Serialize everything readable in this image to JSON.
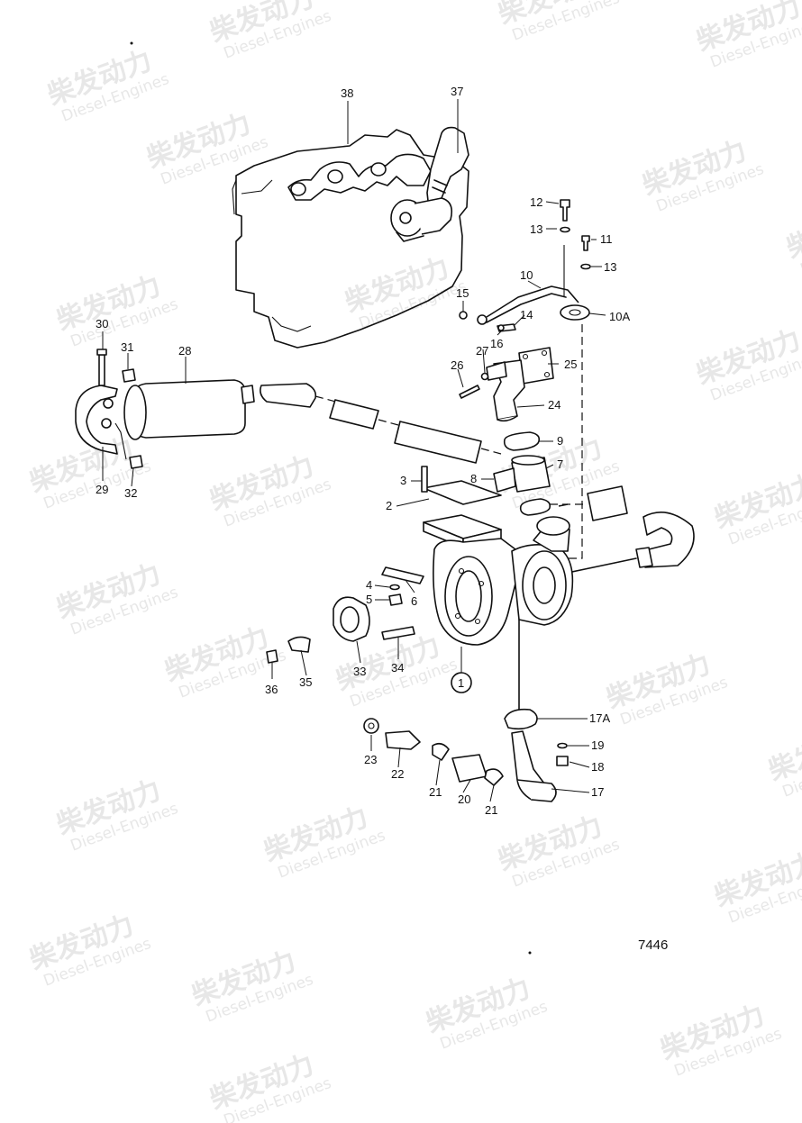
{
  "diagram": {
    "figure_number": "7446",
    "watermark": {
      "brand": "柴发动力",
      "subtitle": "Diesel-Engines"
    },
    "callouts": [
      "38",
      "37",
      "12",
      "13",
      "11",
      "13",
      "10",
      "15",
      "14",
      "16",
      "10A",
      "27",
      "26",
      "25",
      "30",
      "31",
      "28",
      "24",
      "9",
      "29",
      "32",
      "3",
      "8",
      "7",
      "2",
      "4",
      "5",
      "6",
      "33",
      "34",
      "36",
      "35",
      "1",
      "17A",
      "19",
      "18",
      "17",
      "23",
      "22",
      "21",
      "20",
      "21"
    ]
  }
}
